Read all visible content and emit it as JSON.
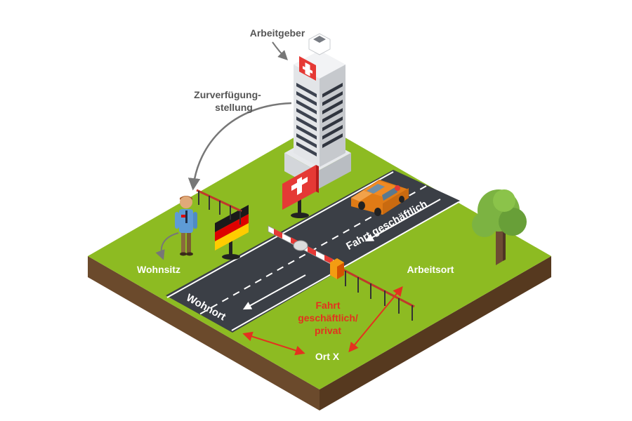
{
  "labels": {
    "employer": "Arbeitgeber",
    "provision_line1": "Zurverfügung-",
    "provision_line2": "stellung",
    "residence": "Wohnsitz",
    "home_town": "Wohnort",
    "business_trip": "Fahrt geschäftlich",
    "workplace": "Arbeitsort",
    "trip_mixed_line1": "Fahrt",
    "trip_mixed_line2": "geschäftlich/",
    "trip_mixed_line3": "privat",
    "place_x": "Ort X"
  },
  "colors": {
    "grass": "#8dbb22",
    "soil": "#6b4a2c",
    "road": "#3b3f46",
    "car": "#f08a24",
    "accent_red": "#e3321f",
    "label_gray": "#555555",
    "swiss_red": "#e53935"
  },
  "icons": [
    "office-tower-icon",
    "swiss-flag-icon",
    "german-flag-icon",
    "car-icon",
    "tree-icon",
    "person-icon",
    "barrier-icon"
  ]
}
